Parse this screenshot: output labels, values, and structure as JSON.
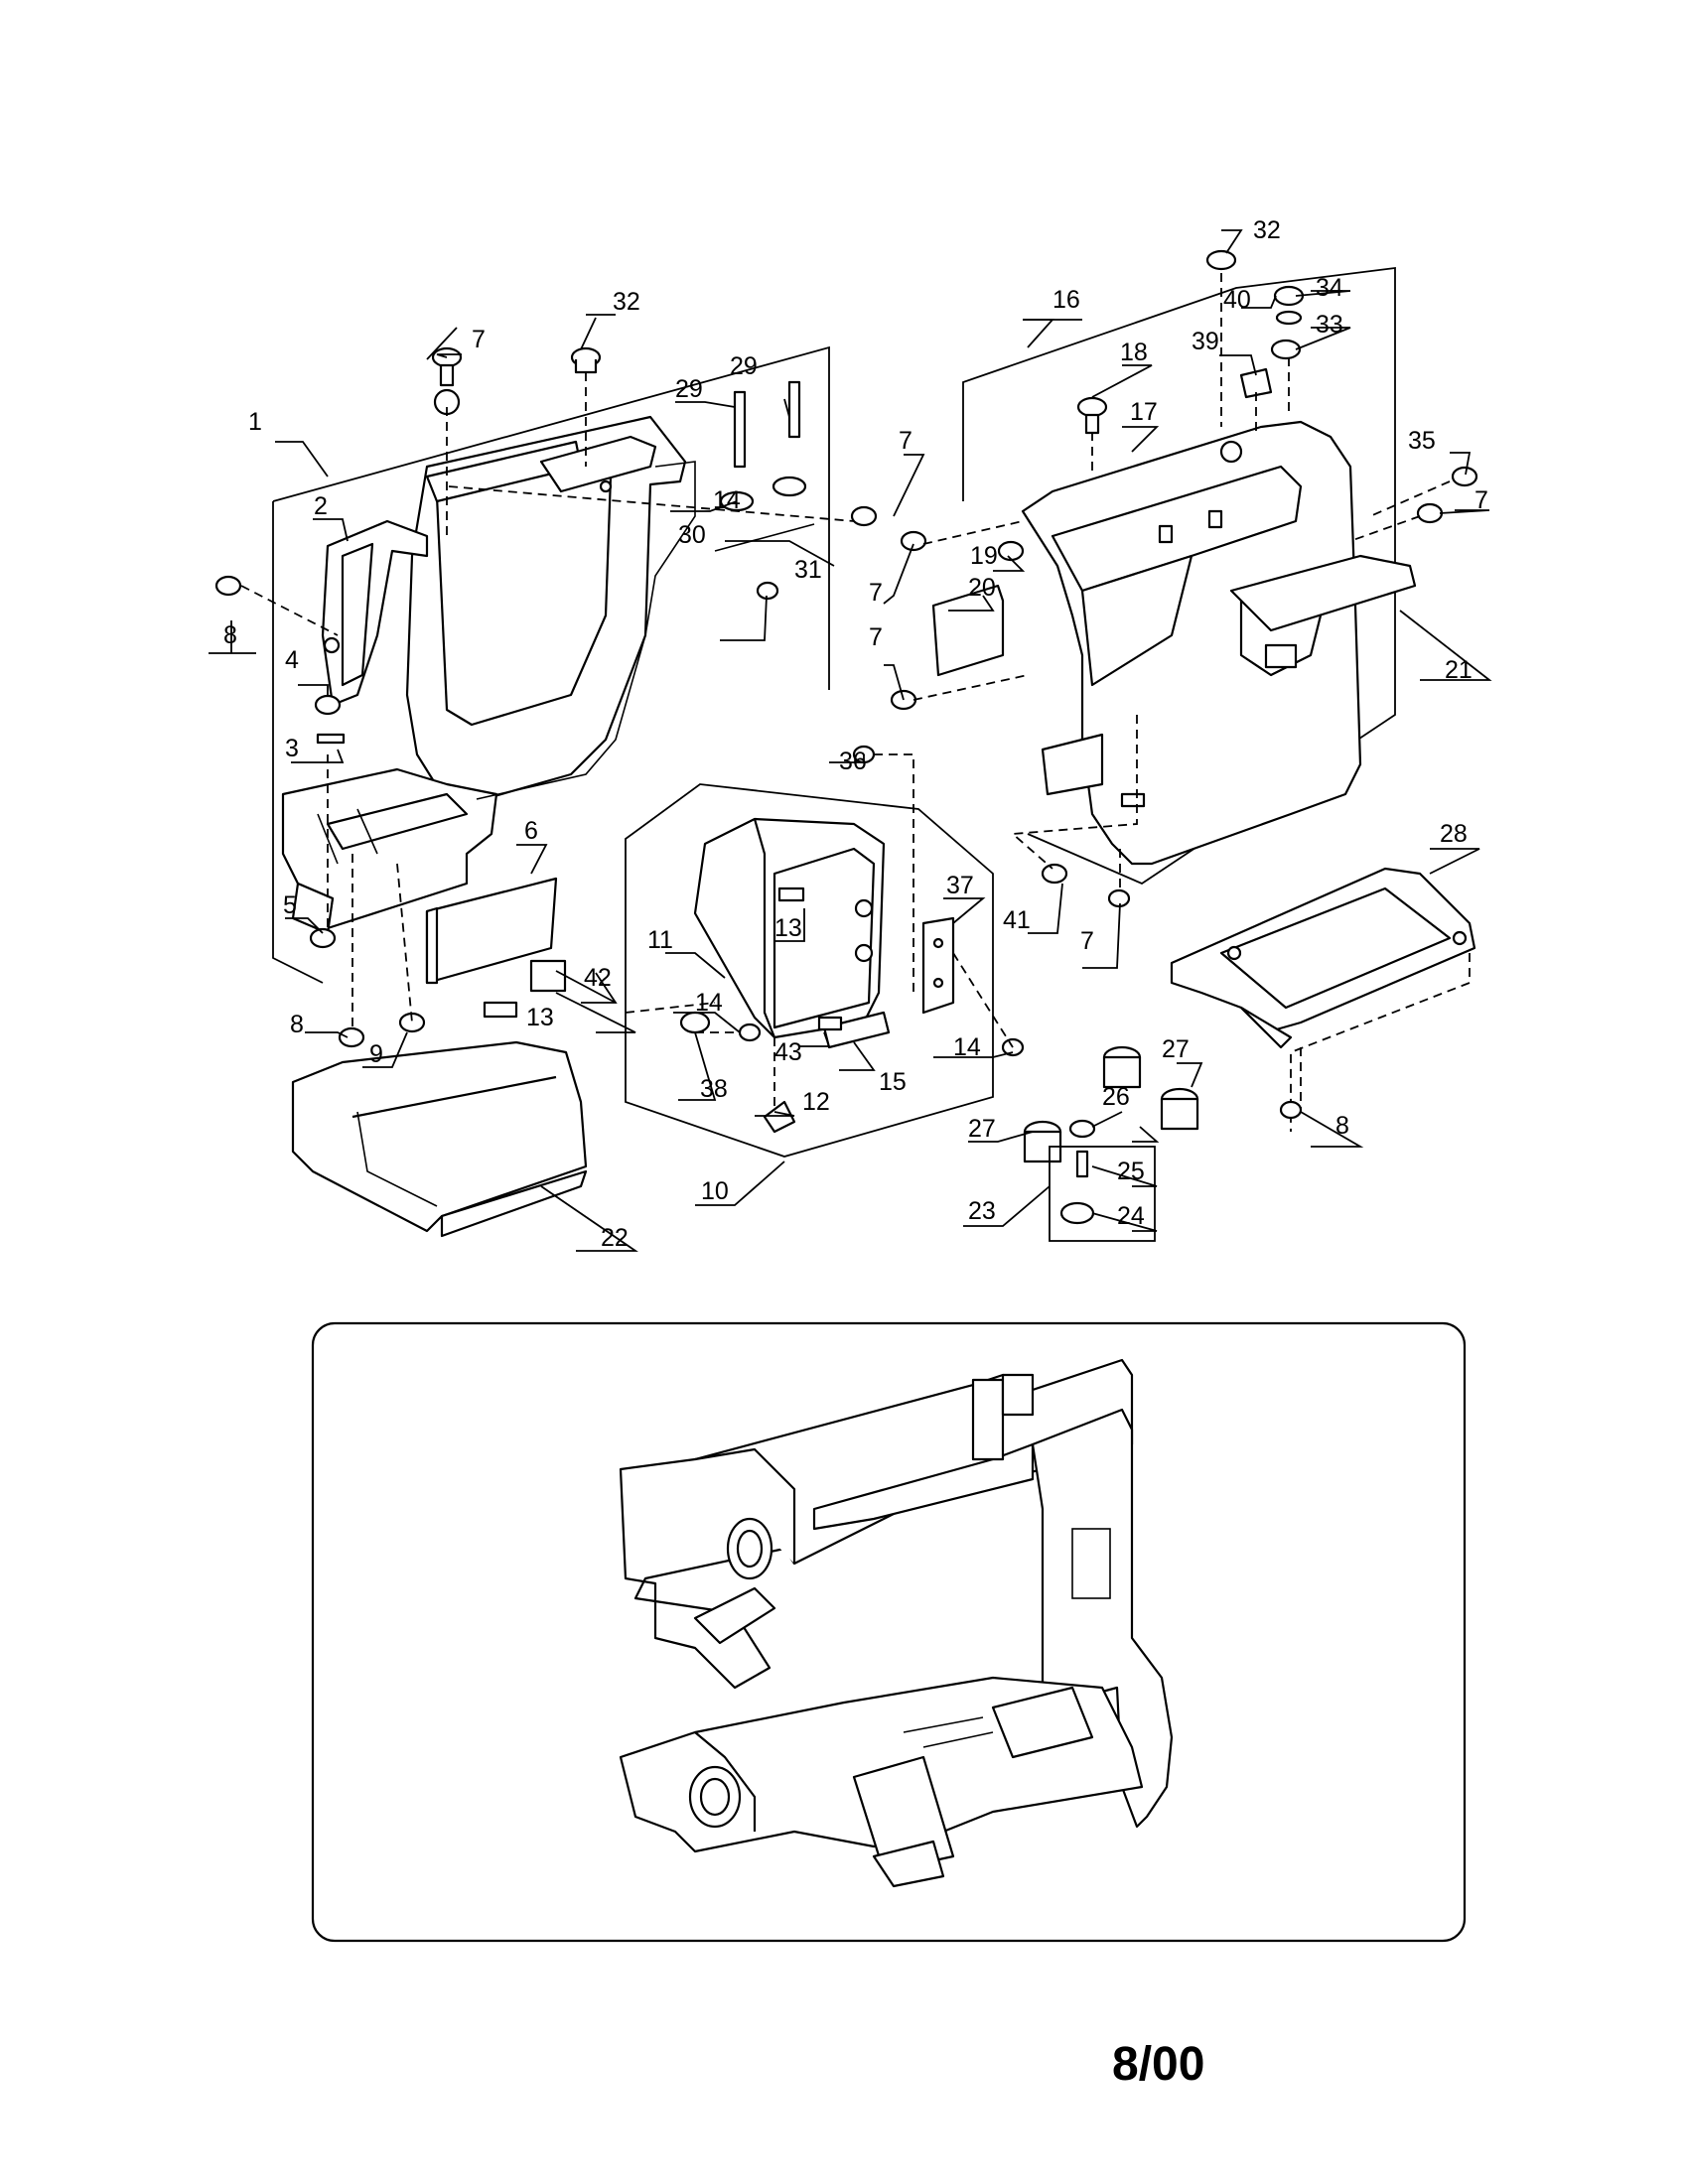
{
  "page_number": "8/00",
  "callouts": [
    {
      "id": "c-1",
      "label": "1"
    },
    {
      "id": "c-2",
      "label": "2"
    },
    {
      "id": "c-3",
      "label": "3"
    },
    {
      "id": "c-4",
      "label": "4"
    },
    {
      "id": "c-5",
      "label": "5"
    },
    {
      "id": "c-6",
      "label": "6"
    },
    {
      "id": "c-7a",
      "label": "7"
    },
    {
      "id": "c-7b",
      "label": "7"
    },
    {
      "id": "c-7c",
      "label": "7"
    },
    {
      "id": "c-7d",
      "label": "7"
    },
    {
      "id": "c-7e",
      "label": "7"
    },
    {
      "id": "c-7f",
      "label": "7"
    },
    {
      "id": "c-8a",
      "label": "8"
    },
    {
      "id": "c-8b",
      "label": "8"
    },
    {
      "id": "c-8c",
      "label": "8"
    },
    {
      "id": "c-9",
      "label": "9"
    },
    {
      "id": "c-10",
      "label": "10"
    },
    {
      "id": "c-11",
      "label": "11"
    },
    {
      "id": "c-12",
      "label": "12"
    },
    {
      "id": "c-13a",
      "label": "13"
    },
    {
      "id": "c-13b",
      "label": "13"
    },
    {
      "id": "c-14a",
      "label": "14"
    },
    {
      "id": "c-14b",
      "label": "14"
    },
    {
      "id": "c-14c",
      "label": "14"
    },
    {
      "id": "c-15",
      "label": "15"
    },
    {
      "id": "c-16",
      "label": "16"
    },
    {
      "id": "c-17",
      "label": "17"
    },
    {
      "id": "c-18",
      "label": "18"
    },
    {
      "id": "c-19",
      "label": "19"
    },
    {
      "id": "c-20",
      "label": "20"
    },
    {
      "id": "c-21",
      "label": "21"
    },
    {
      "id": "c-22",
      "label": "22"
    },
    {
      "id": "c-23",
      "label": "23"
    },
    {
      "id": "c-24",
      "label": "24"
    },
    {
      "id": "c-25",
      "label": "25"
    },
    {
      "id": "c-26",
      "label": "26"
    },
    {
      "id": "c-27a",
      "label": "27"
    },
    {
      "id": "c-27b",
      "label": "27"
    },
    {
      "id": "c-28",
      "label": "28"
    },
    {
      "id": "c-29a",
      "label": "29"
    },
    {
      "id": "c-29b",
      "label": "29"
    },
    {
      "id": "c-30",
      "label": "30"
    },
    {
      "id": "c-31",
      "label": "31"
    },
    {
      "id": "c-32a",
      "label": "32"
    },
    {
      "id": "c-32b",
      "label": "32"
    },
    {
      "id": "c-33",
      "label": "33"
    },
    {
      "id": "c-34",
      "label": "34"
    },
    {
      "id": "c-35",
      "label": "35"
    },
    {
      "id": "c-36",
      "label": "36"
    },
    {
      "id": "c-37",
      "label": "37"
    },
    {
      "id": "c-38",
      "label": "38"
    },
    {
      "id": "c-39",
      "label": "39"
    },
    {
      "id": "c-40",
      "label": "40"
    },
    {
      "id": "c-41",
      "label": "41"
    },
    {
      "id": "c-42",
      "label": "42"
    },
    {
      "id": "c-43",
      "label": "43"
    }
  ]
}
